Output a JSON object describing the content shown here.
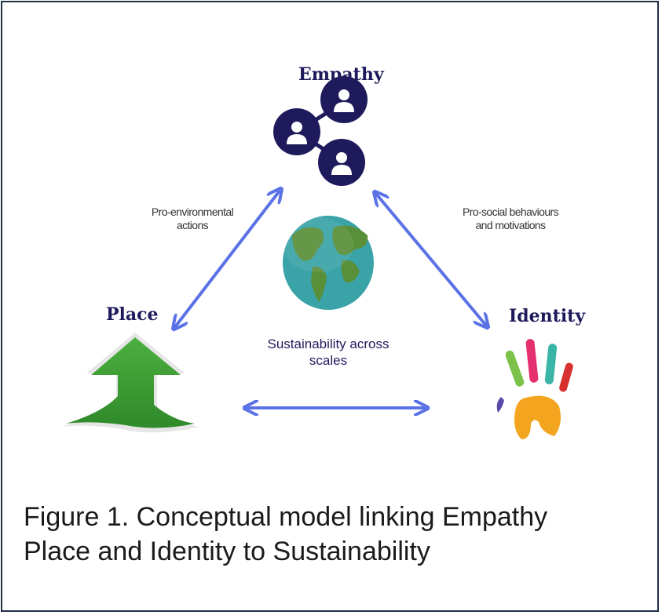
{
  "colors": {
    "node_label": "#1e1a5c",
    "arrow": "#5b72e6",
    "people_icon": "#1e1a5c",
    "house_icon": "#3c9a34",
    "globe_ocean": "#3aa3a8",
    "globe_land": "#5a8f3a",
    "frame": "#1f2f45"
  },
  "nodes": {
    "empathy": {
      "label": "Empathy",
      "icon": "people-network-icon"
    },
    "place": {
      "label": "Place",
      "icon": "house-arrow-icon"
    },
    "identity": {
      "label": "Identity",
      "icon": "handprint-icon"
    }
  },
  "edges": {
    "place_empathy": {
      "label_line1": "Pro-environmental",
      "label_line2": "actions"
    },
    "empathy_identity": {
      "label_line1": "Pro-social behaviours",
      "label_line2": "and motivations"
    },
    "place_identity": {
      "label_line1": "",
      "label_line2": ""
    }
  },
  "center": {
    "label_line1": "Sustainability across",
    "label_line2": "scales",
    "icon": "globe-icon"
  },
  "caption": {
    "line1": "Figure 1. Conceptual model linking Empathy",
    "line2": "Place and Identity to Sustainability"
  }
}
